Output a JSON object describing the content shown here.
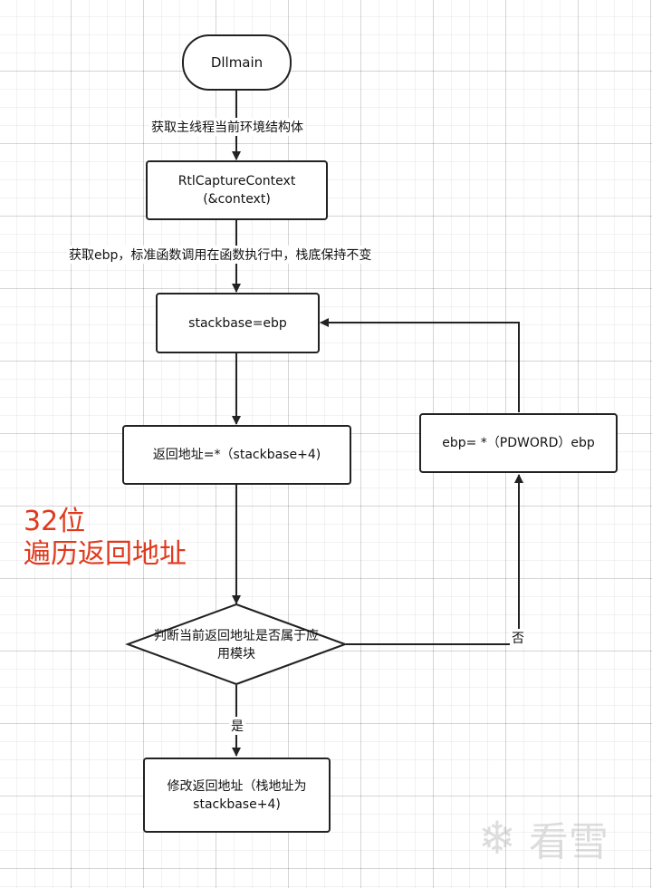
{
  "nodes": {
    "start": "Dllmain",
    "capture": "RtlCaptureContext\n(&context)",
    "stackbase": "stackbase=ebp",
    "return_addr": "返回地址=*（stackbase+4)",
    "ebp_update": "ebp= *（PDWORD）ebp",
    "decision": "判断当前返回地址是否属于应\n用模块",
    "modify": "修改返回地址（栈地址为\nstackbase+4)"
  },
  "edges": {
    "get_context": "获取主线程当前环境结构体",
    "get_ebp": "获取ebp，标准函数调用在函数执行中，栈底保持不变",
    "no": "否",
    "yes": "是"
  },
  "side_note": "32位\n遍历返回地址",
  "watermark": {
    "icon": "snowflake-icon",
    "text": "看雪"
  },
  "colors": {
    "line": "#222222",
    "annotation": "#e03a1e"
  }
}
